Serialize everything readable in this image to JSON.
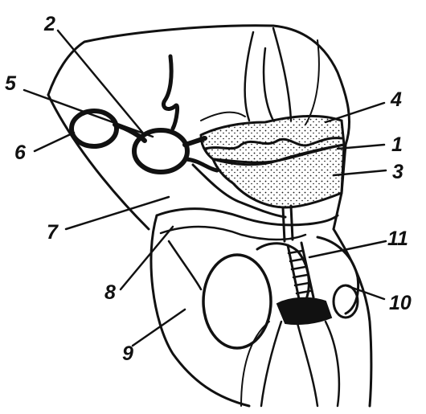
{
  "figure": {
    "labels": [
      {
        "id": "l1",
        "text": "1"
      },
      {
        "id": "l2",
        "text": "2"
      },
      {
        "id": "l3",
        "text": "3"
      },
      {
        "id": "l4",
        "text": "4"
      },
      {
        "id": "l5",
        "text": "5"
      },
      {
        "id": "l6",
        "text": "6"
      },
      {
        "id": "l7",
        "text": "7"
      },
      {
        "id": "l8",
        "text": "8"
      },
      {
        "id": "l9",
        "text": "9"
      },
      {
        "id": "l10",
        "text": "10"
      },
      {
        "id": "l11",
        "text": "11"
      }
    ],
    "colors": {
      "ink": "#111111",
      "paper": "#ffffff"
    }
  }
}
